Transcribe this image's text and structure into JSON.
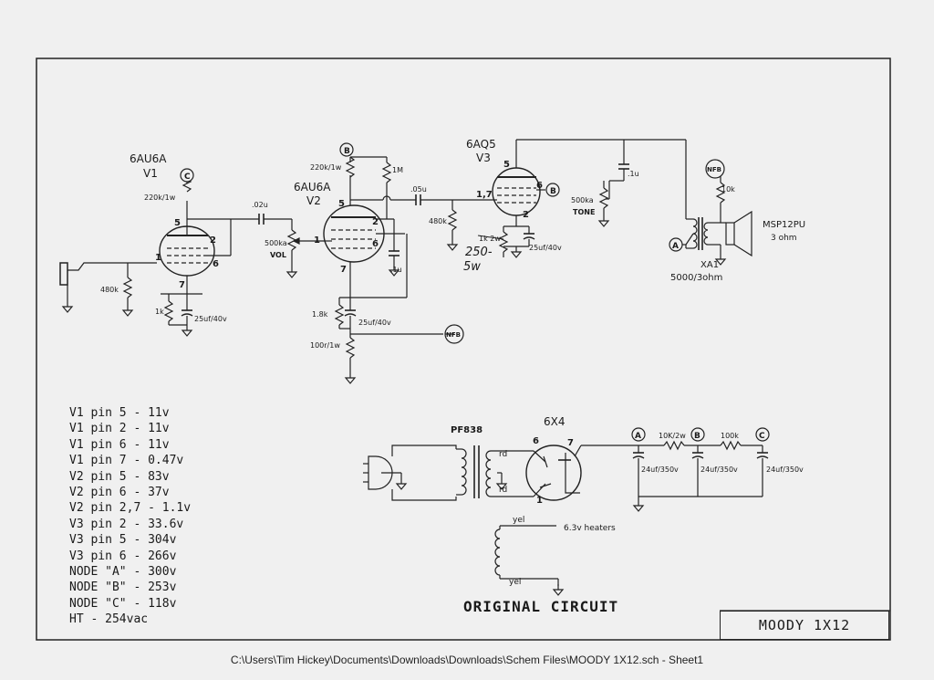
{
  "title_block": "MOODY 1X12",
  "diagram_caption": "ORIGINAL CIRCUIT",
  "footer_path": "C:\\Users\\Tim Hickey\\Documents\\Downloads\\Downloads\\Schem Files\\MOODY 1X12.sch  -  Sheet1",
  "tubes": {
    "v1": {
      "type": "6AU6A",
      "ref": "V1"
    },
    "v2": {
      "type": "6AU6A",
      "ref": "V2"
    },
    "v3": {
      "type": "6AQ5",
      "ref": "V3"
    },
    "rect": {
      "type": "6X4"
    }
  },
  "components": {
    "r_v1_plate": "220k/1w",
    "r_input": "480k",
    "r_v1_cathode": "1k",
    "c_v1_cathode": "25uf/40v",
    "c_coupling1": ".02u",
    "pot_vol": "500ka",
    "pot_vol_label": "VOL",
    "r_v2_plate": "220k/1w",
    "r_v2_screen": "1M",
    "c_v2_screen": ".1u",
    "r_v2_cathode": "1.8k",
    "c_v2_cathode": "25uf/40v",
    "r_nfb_return": "100r/1w",
    "c_coupling2": ".05u",
    "r_v3_grid": "480k",
    "r_v3_cathode_orig": "1k 2w",
    "r_v3_cathode_hand": "250-",
    "r_v3_cathode_hand2": "5w",
    "c_v3_cathode": "25uf/40v",
    "c_tone": ".1u",
    "pot_tone": "500ka",
    "pot_tone_label": "TONE",
    "r_nfb": "10k",
    "transformer_ref": "XA1",
    "transformer_ratio": "5000/3ohm",
    "speaker": "MSP12PU",
    "speaker_imp": "3 ohm",
    "power_transformer": "PF838",
    "rd1": "rd",
    "rd2": "rd",
    "yel1": "yel",
    "yel2": "yel",
    "heaters": "6.3v heaters",
    "r_ab": "10K/2w",
    "r_bc": "100k",
    "c_a": "24uf/350v",
    "c_b": "24uf/350v",
    "c_c": "24uf/350v"
  },
  "pins": {
    "v1_5": "5",
    "v1_2": "2",
    "v1_1": "1",
    "v1_6": "6",
    "v1_7": "7",
    "v2_5": "5",
    "v2_2": "2",
    "v2_1": "1",
    "v2_6": "6",
    "v2_7": "7",
    "v3_5": "5",
    "v3_17": "1,7",
    "v3_6": "6",
    "v3_2": "2",
    "rect_6": "6",
    "rect_7": "7",
    "rect_1": "1"
  },
  "nodes": {
    "a": "A",
    "b": "B",
    "c": "C",
    "nfb": "NFB"
  },
  "measurements": [
    "V1 pin 5 - 11v",
    "V1 pin 2 - 11v",
    "V1 pin 6 - 11v",
    "V1 pin 7 - 0.47v",
    "V2 pin 5 - 83v",
    "V2 pin 6 - 37v",
    "V2 pin 2,7 - 1.1v",
    "V3 pin 2 - 33.6v",
    "V3 pin 5 - 304v",
    "V3 pin 6 - 266v",
    "NODE \"A\" - 300v",
    "NODE \"B\" - 253v",
    "NODE \"C\" - 118v",
    "HT - 254vac"
  ]
}
